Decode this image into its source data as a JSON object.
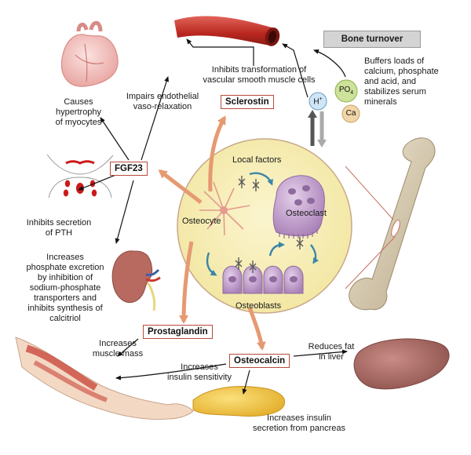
{
  "title_box": "Bone turnover",
  "ions": {
    "h": "H",
    "h_sup": "+",
    "po4": "PO",
    "po4_sub": "4",
    "ca": "Ca"
  },
  "mediators": {
    "sclerostin": "Sclerostin",
    "fgf23": "FGF23",
    "prostaglandin": "Prostaglandin",
    "osteocalcin": "Osteocalcin"
  },
  "cells": {
    "local_factors": "Local factors",
    "osteocyte": "Osteocyte",
    "osteoclast": "Osteoclast",
    "osteoblasts": "Osteoblasts"
  },
  "effects": {
    "buffers": "Buffers loads of\ncalcium, phosphate\nand acid, and\nstabilizes serum\nminerals",
    "inhibits_transformation": "Inhibits transformation of\nvascular smooth muscle cells",
    "impairs_endothelial": "Impairs endothelial\nvaso-relaxation",
    "causes_hypertrophy": "Causes\nhypertrophy\nof myocytes",
    "inhibits_pth": "Inhibits secretion\nof PTH",
    "increases_phosphate": "Increases\nphosphate excretion\nby inhibition of\nsodium-phosphate\ntransporters and\ninhibits synthesis of\ncalcitriol",
    "increases_muscle": "Increases\nmuscle mass",
    "increases_insulin_sensitivity": "Increases\ninsulin sensitivity",
    "reduces_fat": "Reduces fat\nin liver",
    "increases_insulin_secretion": "Increases insulin\nsecretion from pancreas"
  },
  "colors": {
    "circle_fill": "#f7efb4",
    "circle_stroke": "#c7a88a",
    "vessel_red": "#c0342b",
    "box_border": "#b84a3c",
    "orange_arrow": "#e59a72",
    "cell_purple": "#c4a2cf",
    "teal_arrow": "#3a86a8",
    "bone_tan": "#d9cdb4",
    "liver_brown": "#a86b66",
    "pancreas_yellow": "#f3c94a"
  }
}
